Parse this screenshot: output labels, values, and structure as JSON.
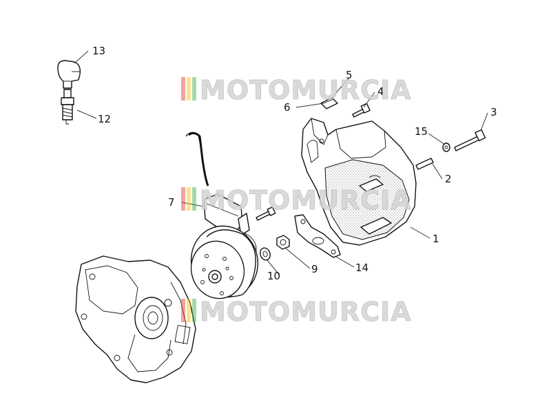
{
  "watermark": {
    "text": "MOTOMURCIA",
    "stripe_colors": [
      "#e63b2e",
      "#f2c318",
      "#3fae49"
    ]
  },
  "callouts": [
    {
      "id": "1",
      "label": "1"
    },
    {
      "id": "2",
      "label": "2"
    },
    {
      "id": "3",
      "label": "3"
    },
    {
      "id": "4",
      "label": "4"
    },
    {
      "id": "5",
      "label": "5"
    },
    {
      "id": "6",
      "label": "6"
    },
    {
      "id": "7",
      "label": "7"
    },
    {
      "id": "9",
      "label": "9"
    },
    {
      "id": "10",
      "label": "10"
    },
    {
      "id": "12",
      "label": "12"
    },
    {
      "id": "13",
      "label": "13"
    },
    {
      "id": "14",
      "label": "14"
    },
    {
      "id": "15",
      "label": "15"
    }
  ]
}
